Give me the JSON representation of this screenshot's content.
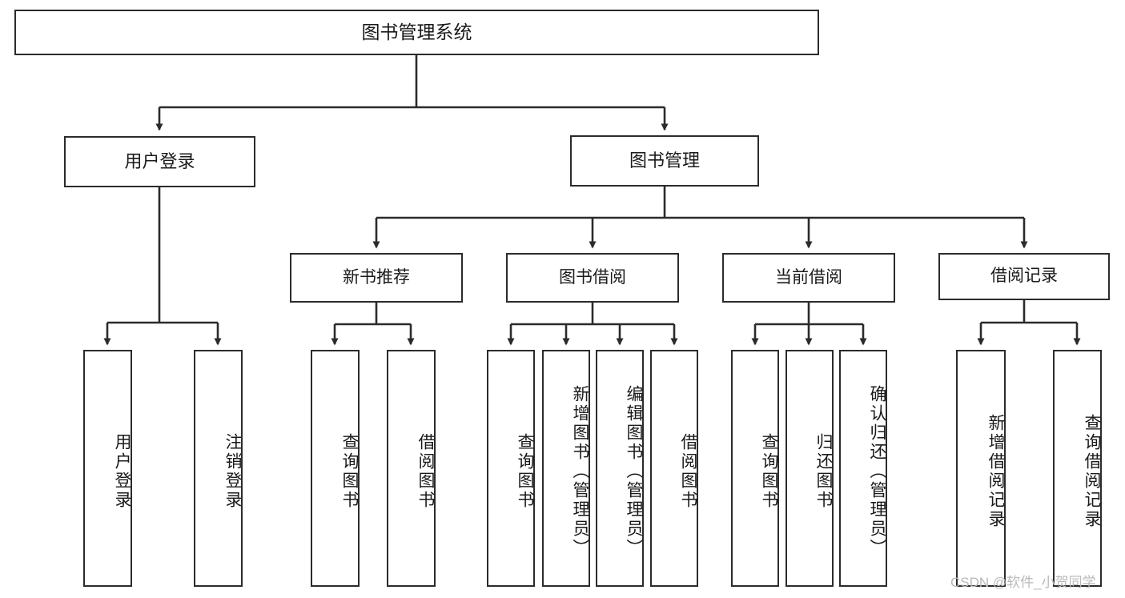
{
  "diagram": {
    "title": "图书管理系统",
    "type": "tree",
    "orientation": "top-down",
    "colors": {
      "box_border": "#2b2b2b",
      "box_fill": "#ffffff",
      "edge": "#2b2b2b",
      "text": "#1a1a1a",
      "watermark": "#b9b9b9"
    },
    "root": {
      "label": "图书管理系统",
      "children": [
        {
          "label": "用户登录",
          "children": [
            {
              "label": "用户登录"
            },
            {
              "label": "注销登录"
            }
          ]
        },
        {
          "label": "图书管理",
          "children": [
            {
              "label": "新书推荐",
              "children": [
                {
                  "label": "查询图书"
                },
                {
                  "label": "借阅图书"
                }
              ]
            },
            {
              "label": "图书借阅",
              "children": [
                {
                  "label": "查询图书"
                },
                {
                  "label": "新增图书（管理员）"
                },
                {
                  "label": "编辑图书（管理员）"
                },
                {
                  "label": "借阅图书"
                }
              ]
            },
            {
              "label": "当前借阅",
              "children": [
                {
                  "label": "查询图书"
                },
                {
                  "label": "归还图书"
                },
                {
                  "label": "确认归还（管理员）"
                }
              ]
            },
            {
              "label": "借阅记录",
              "children": [
                {
                  "label": "新增借阅记录"
                },
                {
                  "label": "查询借阅记录"
                }
              ]
            }
          ]
        }
      ]
    }
  },
  "nodes": {
    "root": "图书管理系统",
    "user_login": "用户登录",
    "book_manage": "图书管理",
    "new_book_rec": "新书推荐",
    "book_borrow": "图书借阅",
    "current_borrow": "当前借阅",
    "borrow_record": "借阅记录",
    "leaf_user_login": "用户登录",
    "leaf_user_logout": "注销登录",
    "leaf_rec_query": "查询图书",
    "leaf_rec_borrow": "借阅图书",
    "leaf_bb_query": "查询图书",
    "leaf_bb_add": "新增图书（管理员）",
    "leaf_bb_edit": "编辑图书（管理员）",
    "leaf_bb_borrow": "借阅图书",
    "leaf_cb_query": "查询图书",
    "leaf_cb_return": "归还图书",
    "leaf_cb_confirm": "确认归还（管理员）",
    "leaf_br_add": "新增借阅记录",
    "leaf_br_query": "查询借阅记录"
  },
  "watermark": {
    "text": "CSDN @软件_小贺同学"
  }
}
